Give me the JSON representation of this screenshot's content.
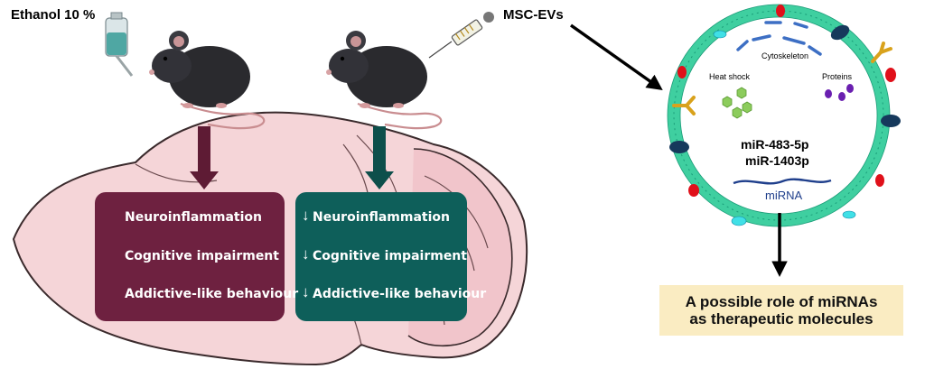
{
  "left_treatment": {
    "label": "Ethanol 10 %"
  },
  "right_treatment": {
    "label": "MSC-EVs"
  },
  "untreated_box": {
    "color": "#6e2140",
    "items": [
      "Neuroinflammation",
      "Cognitive impairment",
      "Addictive-like behaviour"
    ]
  },
  "treated_box": {
    "color": "#0e5f5a",
    "items": [
      "Neuroinflammation",
      "Cognitive impairment",
      "Addictive-like behaviour"
    ]
  },
  "vesicle": {
    "cytoskeleton": "Cytoskeleton",
    "heat_shock": "Heat shock",
    "proteins": "Proteins",
    "mirna_1": "miR-483-5p",
    "mirna_2": "miR-1403p",
    "mirna_label": "miRNA"
  },
  "conclusion": {
    "line1": "A possible role of miRNAs",
    "line2": "as therapeutic molecules"
  },
  "colors": {
    "brain": "#f5d5d8",
    "brain_outline": "#3a2a2c",
    "membrane": "#3fcfa0",
    "result_bg": "#faecc2"
  }
}
